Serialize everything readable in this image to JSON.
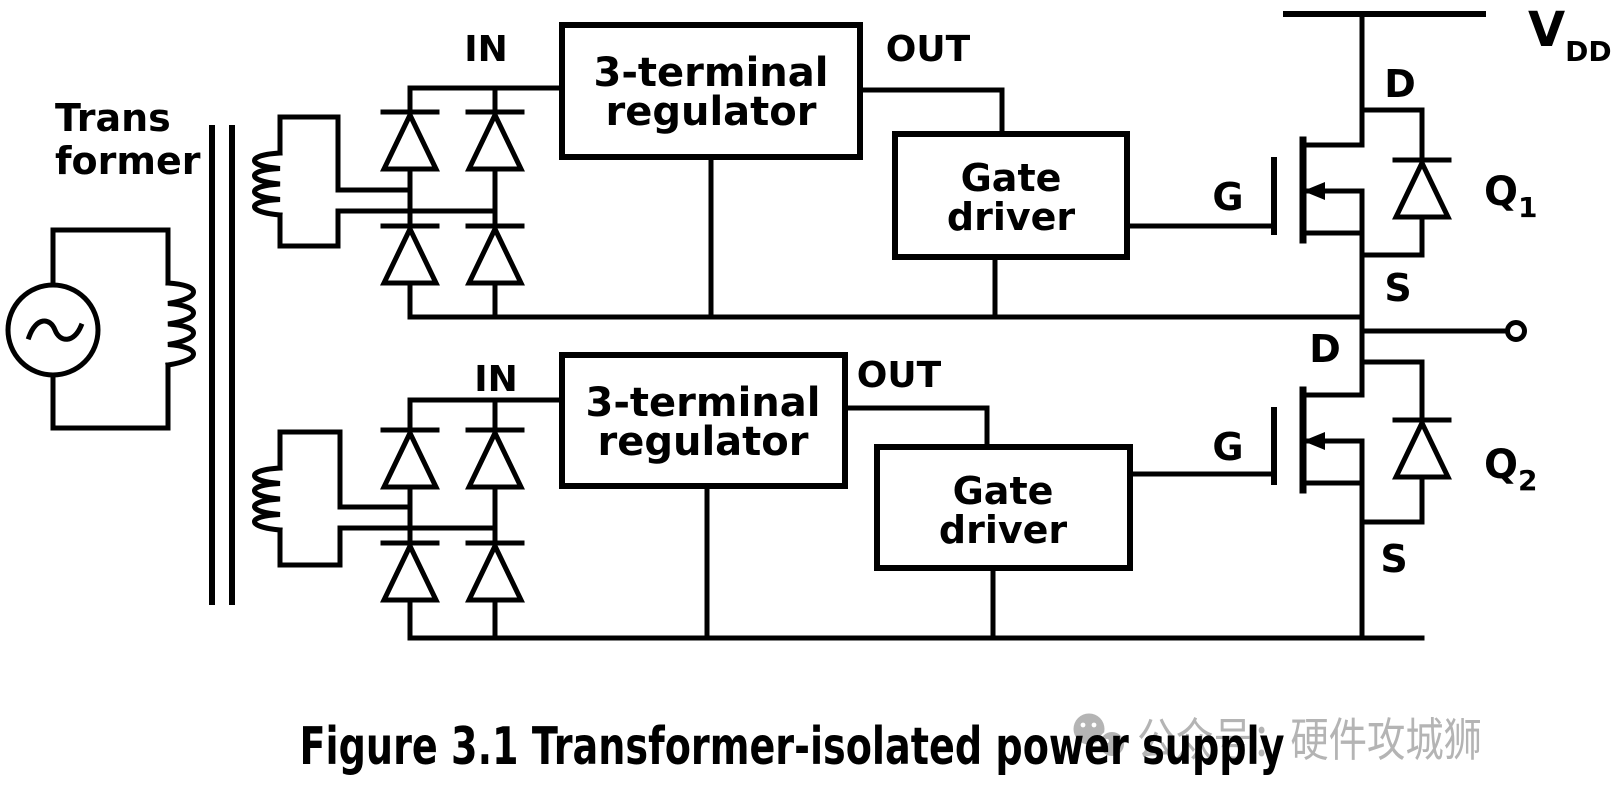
{
  "diagram": {
    "transformer_label": {
      "line1": "Trans",
      "line2": "former"
    },
    "vdd": {
      "main": "V",
      "sub": "DD"
    },
    "channel1": {
      "in_label": "IN",
      "out_label": "OUT",
      "regulator": {
        "line1": "3-terminal",
        "line2": "regulator"
      },
      "gate_driver": {
        "line1": "Gate",
        "line2": "driver"
      },
      "gate_label": "G",
      "drain_label": "D",
      "source_label": "S",
      "mosfet": {
        "main": "Q",
        "sub": "1"
      }
    },
    "channel2": {
      "in_label": "IN",
      "out_label": "OUT",
      "regulator": {
        "line1": "3-terminal",
        "line2": "regulator"
      },
      "gate_driver": {
        "line1": "Gate",
        "line2": "driver"
      },
      "gate_label": "G",
      "drain_label": "D",
      "source_label": "S",
      "mosfet": {
        "main": "Q",
        "sub": "2"
      }
    }
  },
  "caption": "Figure 3.1 Transformer-isolated power supply",
  "watermark": {
    "icon": "wechat-icon",
    "text": "公众号：硬件攻城狮",
    "color": "#b4b4b4"
  },
  "colors": {
    "line": "#000000",
    "background": "#ffffff",
    "caption_text": "#000000"
  }
}
